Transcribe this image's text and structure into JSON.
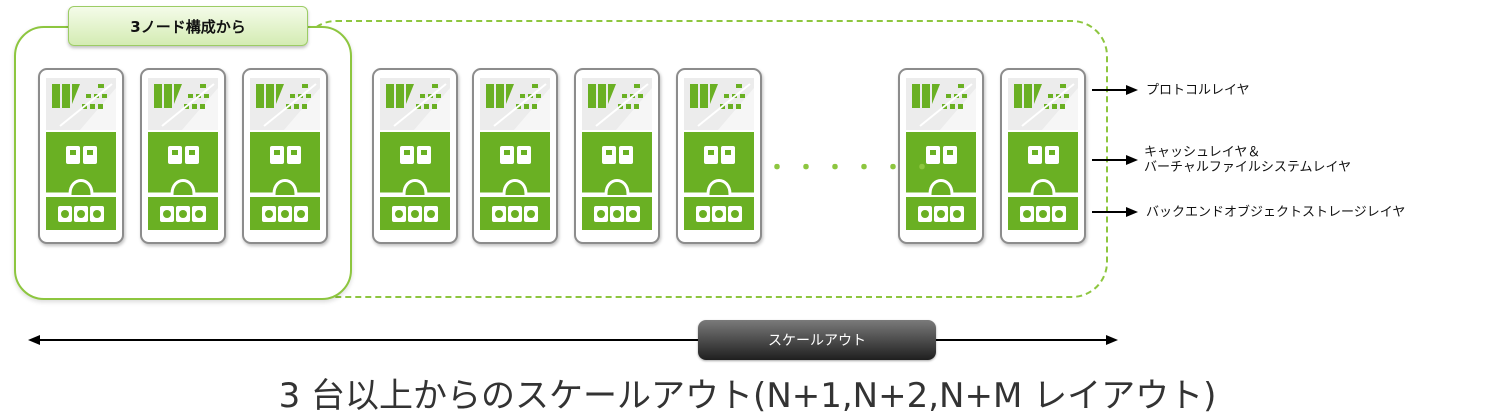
{
  "group": {
    "three_node_label": "3ノード構成から"
  },
  "nodes": [
    {
      "id": "node-1"
    },
    {
      "id": "node-2"
    },
    {
      "id": "node-3"
    },
    {
      "id": "node-4"
    },
    {
      "id": "node-5"
    },
    {
      "id": "node-6"
    },
    {
      "id": "node-7"
    },
    {
      "id": "node-8"
    },
    {
      "id": "node-9"
    }
  ],
  "ellipsis": "・・・・・・",
  "layers": {
    "protocol": "プロトコルレイヤ",
    "cache_line1": "キャッシュレイヤ＆",
    "cache_line2": "バーチャルファイルシステムレイヤ",
    "backend": "バックエンドオブジェクトストレージレイヤ"
  },
  "scale_out_label": "スケールアウト",
  "caption": "3 台以上からのスケールアウト(N+1,N+2,N+M レイアウト)",
  "colors": {
    "accent_green": "#8dc63f",
    "node_green": "#6ab023",
    "badge_dark": "#2a2a2a"
  }
}
